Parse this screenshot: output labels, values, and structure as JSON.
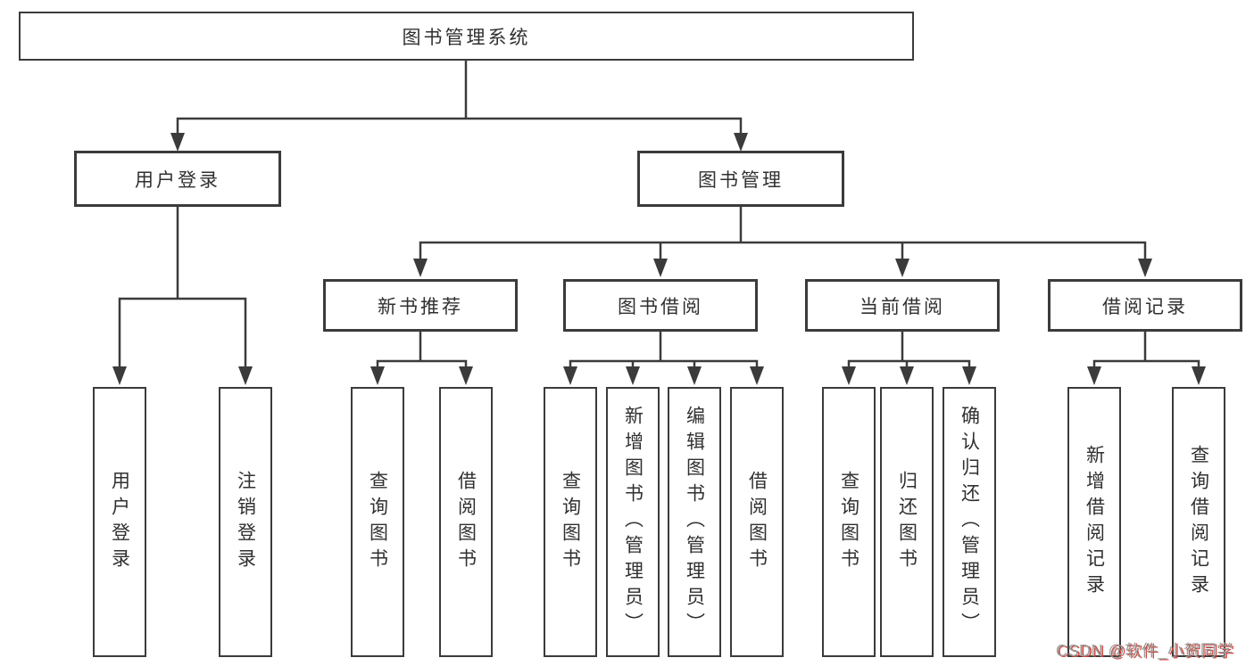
{
  "diagram": {
    "root": {
      "label": "图书管理系统"
    },
    "level2": [
      {
        "label": "用户登录"
      },
      {
        "label": "图书管理"
      }
    ],
    "level3": [
      {
        "label": "新书推荐"
      },
      {
        "label": "图书借阅"
      },
      {
        "label": "当前借阅"
      },
      {
        "label": "借阅记录"
      }
    ],
    "leaves": [
      {
        "label": "用户登录"
      },
      {
        "label": "注销登录"
      },
      {
        "label": "查询图书"
      },
      {
        "label": "借阅图书"
      },
      {
        "label": "查询图书"
      },
      {
        "label": "新增图书（管理员）"
      },
      {
        "label": "编辑图书（管理员）"
      },
      {
        "label": "借阅图书"
      },
      {
        "label": "查询图书"
      },
      {
        "label": "归还图书"
      },
      {
        "label": "确认归还（管理员）"
      },
      {
        "label": "新增借阅记录"
      },
      {
        "label": "查询借阅记录"
      }
    ]
  },
  "watermark": {
    "text": "CSDN @软件_小贺同学"
  },
  "colors": {
    "line": "#3b3b3b",
    "text": "#303030",
    "background": "#ffffff",
    "watermark_gray": "#9a9a9a",
    "watermark_red": "#cf4a41"
  }
}
